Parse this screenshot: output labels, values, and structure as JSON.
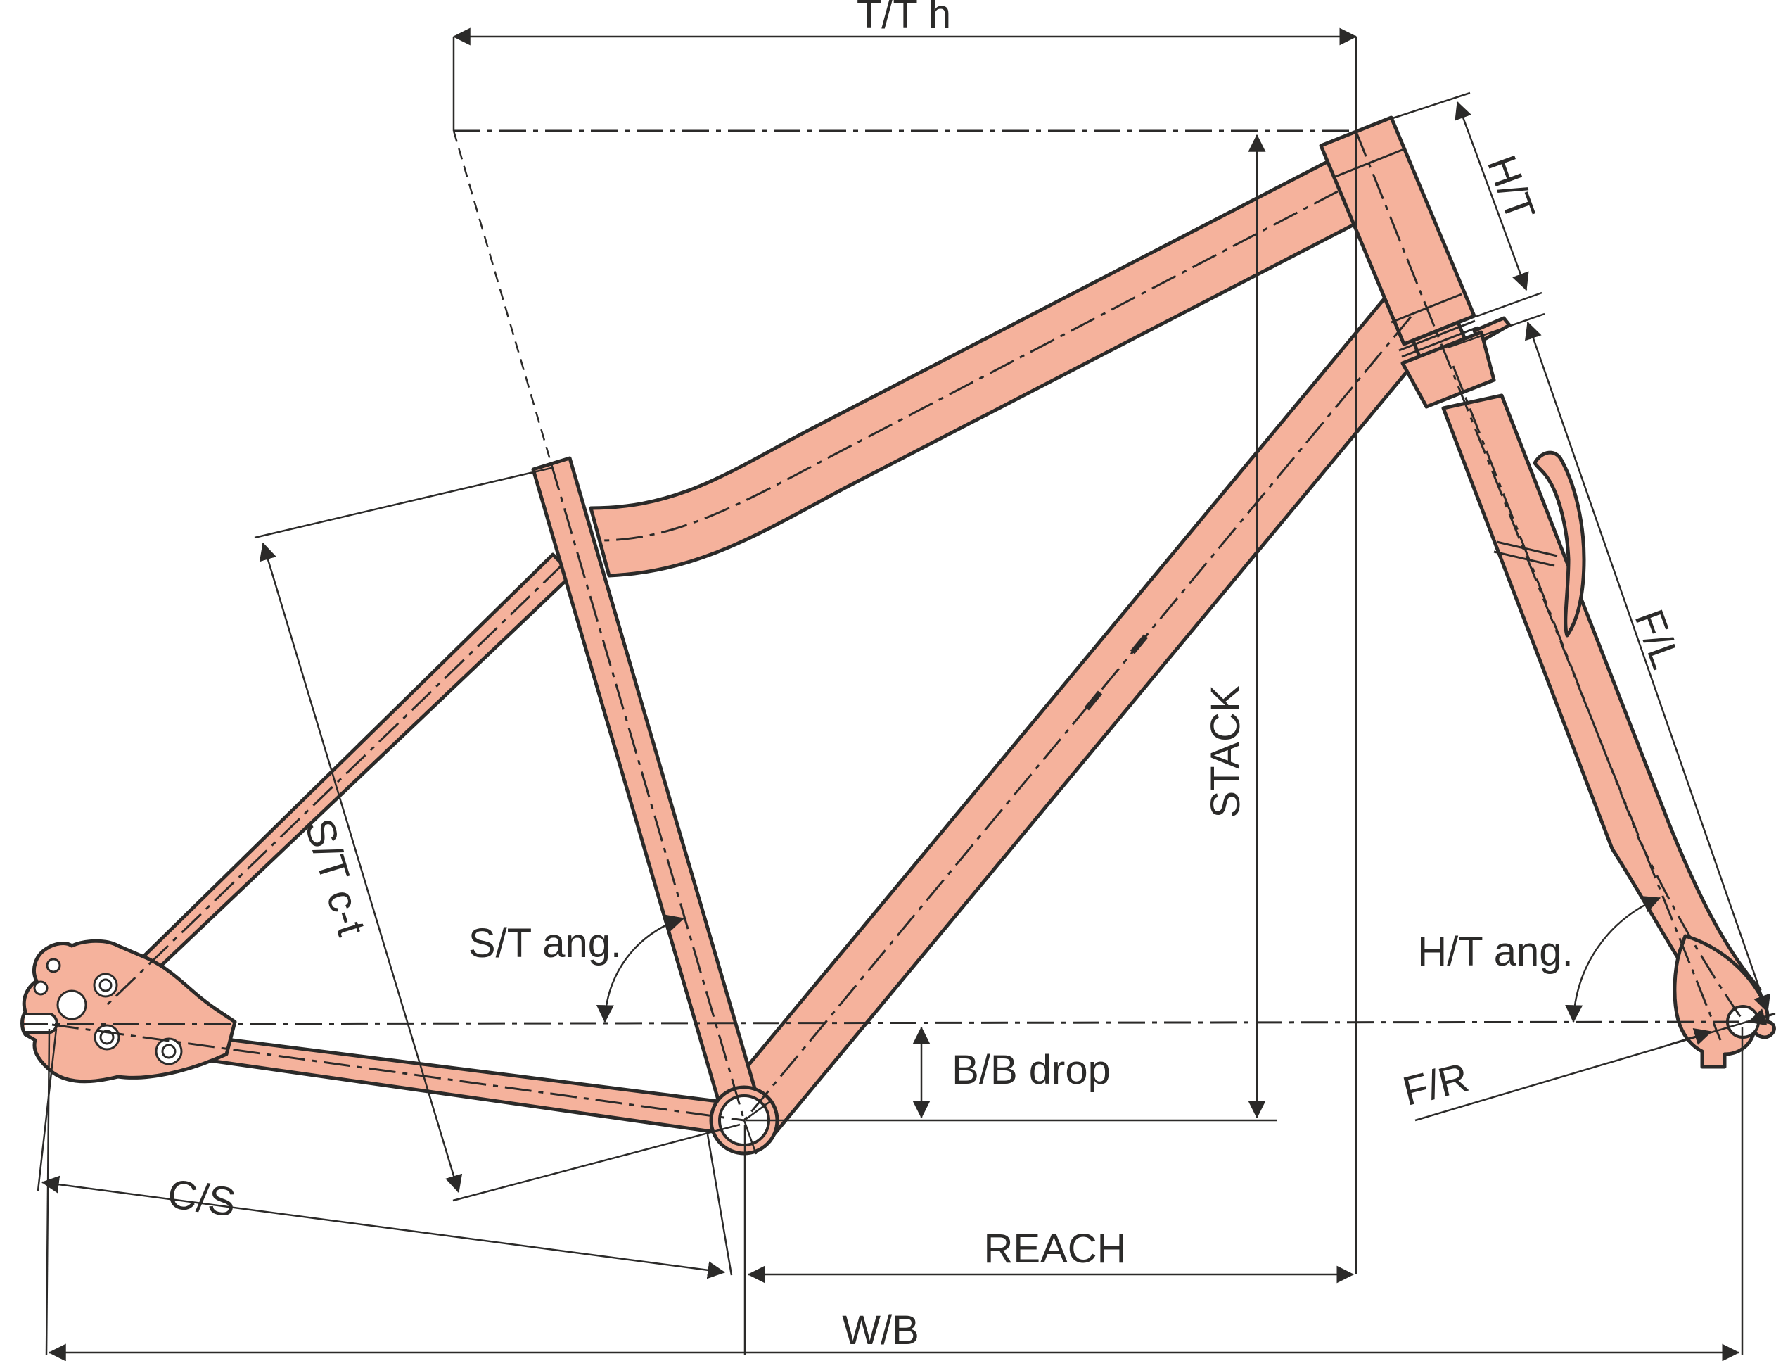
{
  "diagram": {
    "type": "bicycle-frame-geometry",
    "labels": {
      "top_tube_horizontal": "T/T h",
      "head_tube": "H/T",
      "fork_length": "F/L",
      "stack": "STACK",
      "seat_tube_center_to_top": "S/T c-t",
      "seat_tube_angle": "S/T ang.",
      "bb_drop": "B/B drop",
      "reach": "REACH",
      "wheelbase": "W/B",
      "chainstay": "C/S",
      "head_tube_angle": "H/T ang.",
      "fork_rake": "F/R"
    },
    "colors": {
      "frame_fill": "#f5b29c",
      "line": "#2b2a29",
      "background": "#ffffff"
    }
  }
}
